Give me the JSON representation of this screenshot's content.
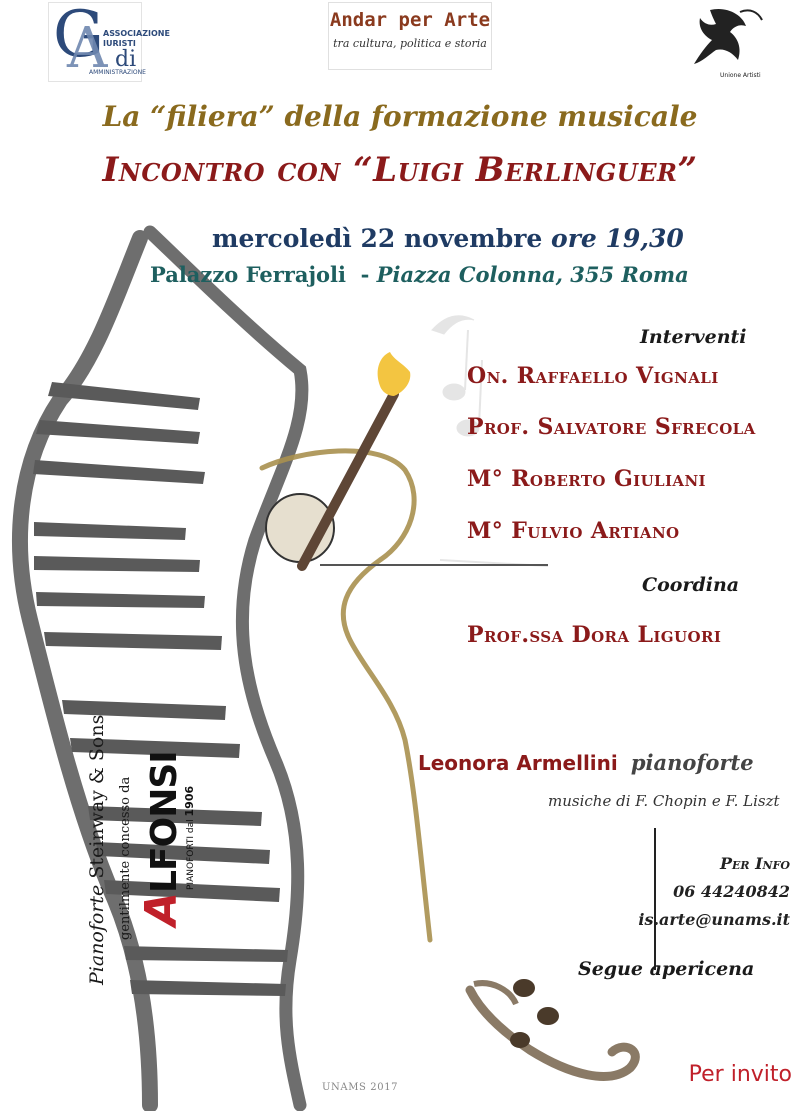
{
  "logos": {
    "gag_line1": "ASSOCIAZIONE",
    "gag_line2": "IURISTI",
    "gag_line3": "di",
    "gag_line4": "AMMINISTRAZIONE",
    "apa_name": "Andar per Arte",
    "apa_tagline": "tra cultura, politica e storia",
    "ua_label": "Unione Artisti"
  },
  "event": {
    "subtitle": "La “filiera” della formazione musicale",
    "title": "Incontro con “Luigi Berlinguer”",
    "date": "mercoledì 22 novembre",
    "time": "ore 19,30",
    "venue": "Palazzo Ferrajoli",
    "separator": "-",
    "address": "Piazza Colonna, 355 Roma"
  },
  "program": {
    "interventi_label": "Interventi",
    "speakers": [
      "On. Raffaello Vignali",
      "Prof. Salvatore Sfrecola",
      "M° Roberto Giuliani",
      "M° Fulvio Artiano"
    ],
    "coordina_label": "Coordina",
    "coordinator": "Prof.ssa Dora Liguori"
  },
  "performance": {
    "performer": "Leonora Armellini",
    "instrument": "pianoforte",
    "music": "musiche di F. Chopin e F. Liszt"
  },
  "info": {
    "label": "Per Info",
    "phone": "06 44240842",
    "email": "is.arte@unams.it"
  },
  "extras": {
    "follow": "Segue apericena",
    "invite": "Per invito",
    "credit": "UNAMS 2017"
  },
  "sponsor": {
    "line1_italic": "Pianoforte",
    "line1_rest": "Steinway & Sons",
    "line2": "gentilmente concesso da",
    "brand_first": "A",
    "brand_rest": "LFONSI",
    "brand_sub": "PIANOFORTI dal",
    "brand_year": "1906"
  },
  "colors": {
    "title_red": "#8b1a1a",
    "subtitle_gold": "#8a6a1e",
    "date_blue": "#1f3b63",
    "venue_teal": "#1e5f5f",
    "invite_red": "#c0202a"
  }
}
